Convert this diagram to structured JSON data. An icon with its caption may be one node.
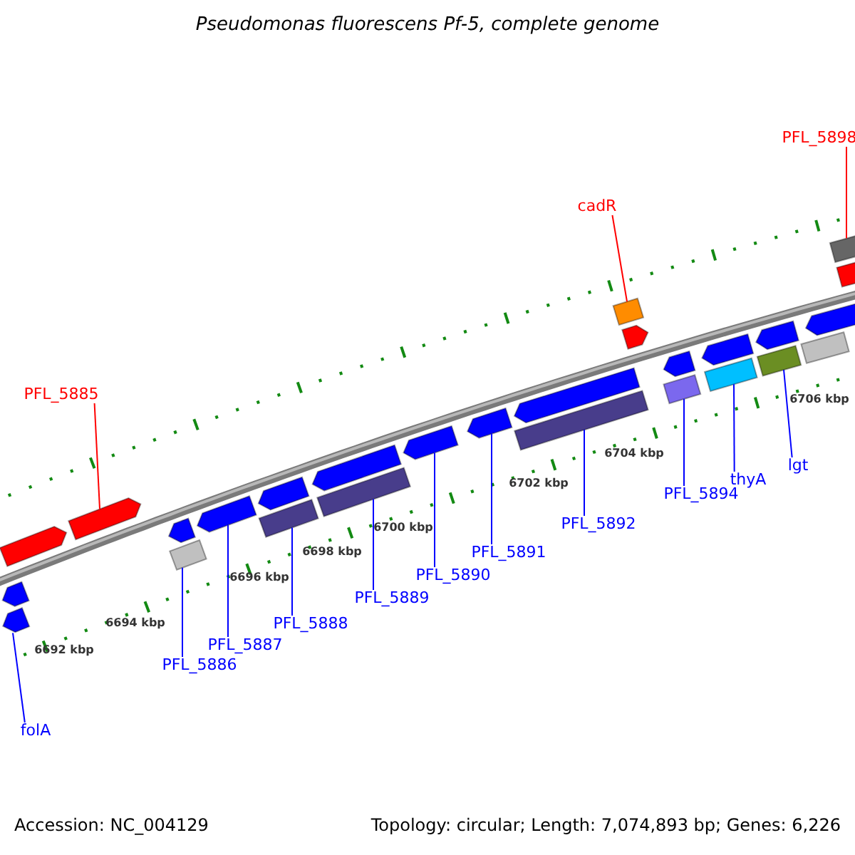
{
  "diagram": {
    "title": "Pseudomonas fluorescens Pf-5, complete genome",
    "nodes": [
      {
        "text": [
          "PFL_5898"
        ]
      },
      {
        "text": [],
        "shape": "box"
      },
      {
        "text": [
          "cadR"
        ]
      },
      {
        "text": [],
        "shape": "box"
      },
      {
        "text": [
          "PFL_5885"
        ]
      },
      {
        "text": [],
        "shape": "arrow"
      },
      {
        "text": [
          "PFL_5886"
        ]
      },
      {
        "text": [],
        "shape": "box"
      },
      {
        "text": [
          "PFL_5887"
        ]
      },
      {
        "text": [],
        "shape": "arrow"
      },
      {
        "text": [
          "PFL_5888"
        ]
      },
      {
        "text": [],
        "shape": "box"
      },
      {
        "text": [
          "PFL_5889"
        ]
      },
      {
        "text": [],
        "shape": "box"
      },
      {
        "text": [
          "PFL_5890"
        ]
      },
      {
        "text": [],
        "shape": "arrow"
      },
      {
        "text": [
          "PFL_5891"
        ]
      },
      {
        "text": [],
        "shape": "arrow"
      },
      {
        "text": [
          "PFL_5892"
        ]
      },
      {
        "text": [],
        "shape": "box"
      },
      {
        "text": [
          "PFL_5894"
        ]
      },
      {
        "text": [],
        "shape": "box"
      },
      {
        "text": [
          "thyA"
        ]
      },
      {
        "text": [],
        "shape": "box"
      },
      {
        "text": [
          "lgt"
        ]
      },
      {
        "text": [],
        "shape": "box"
      },
      {
        "text": [
          "folA"
        ]
      },
      {
        "text": [],
        "shape": "arrow"
      },
      {
        "text": [],
        "shape": "arrow"
      },
      {
        "text": [],
        "shape": "arrow"
      },
      {
        "text": [],
        "shape": "arrow"
      },
      {
        "text": [],
        "shape": "arrow"
      },
      {
        "text": [],
        "shape": "arrow"
      },
      {
        "text": [],
        "shape": "arrow"
      },
      {
        "text": [],
        "shape": "arrow"
      },
      {
        "text": [],
        "shape": "arrow"
      },
      {
        "text": [],
        "shape": "arrow"
      },
      {
        "text": [],
        "shape": "arrow"
      },
      {
        "text": [],
        "shape": "box"
      },
      {
        "text": [],
        "shape": "arrow"
      },
      {
        "text": [],
        "shape": "arrow"
      }
    ],
    "edges": [
      {
        "from": 0,
        "to": 1,
        "arrow": "none",
        "color": "#ff0000"
      },
      {
        "from": 2,
        "to": 3,
        "arrow": "none",
        "color": "#ff0000"
      },
      {
        "from": 4,
        "to": 5,
        "arrow": "none",
        "color": "#ff0000"
      },
      {
        "from": 6,
        "to": 7,
        "arrow": "none"
      },
      {
        "from": 8,
        "to": 9,
        "arrow": "none"
      },
      {
        "from": 10,
        "to": 11,
        "arrow": "none"
      },
      {
        "from": 12,
        "to": 13,
        "arrow": "none"
      },
      {
        "from": 14,
        "to": 15,
        "arrow": "none"
      },
      {
        "from": 16,
        "to": 17,
        "arrow": "none"
      },
      {
        "from": 18,
        "to": 19,
        "arrow": "none"
      },
      {
        "from": 20,
        "to": 21,
        "arrow": "none"
      },
      {
        "from": 22,
        "to": 23,
        "arrow": "none"
      },
      {
        "from": 24,
        "to": 25,
        "arrow": "none"
      },
      {
        "from": 26,
        "to": 27,
        "arrow": "none"
      }
    ],
    "labels": [
      "6706 kbp",
      "6704 kbp",
      "6702 kbp",
      "6700 kbp",
      "6698 kbp",
      "6696 kbp",
      "6694 kbp",
      "6692 kbp",
      "Accession: NC_004129",
      "Topology: circular; Length: 7,074,893 bp; Genes: 6,226"
    ]
  }
}
